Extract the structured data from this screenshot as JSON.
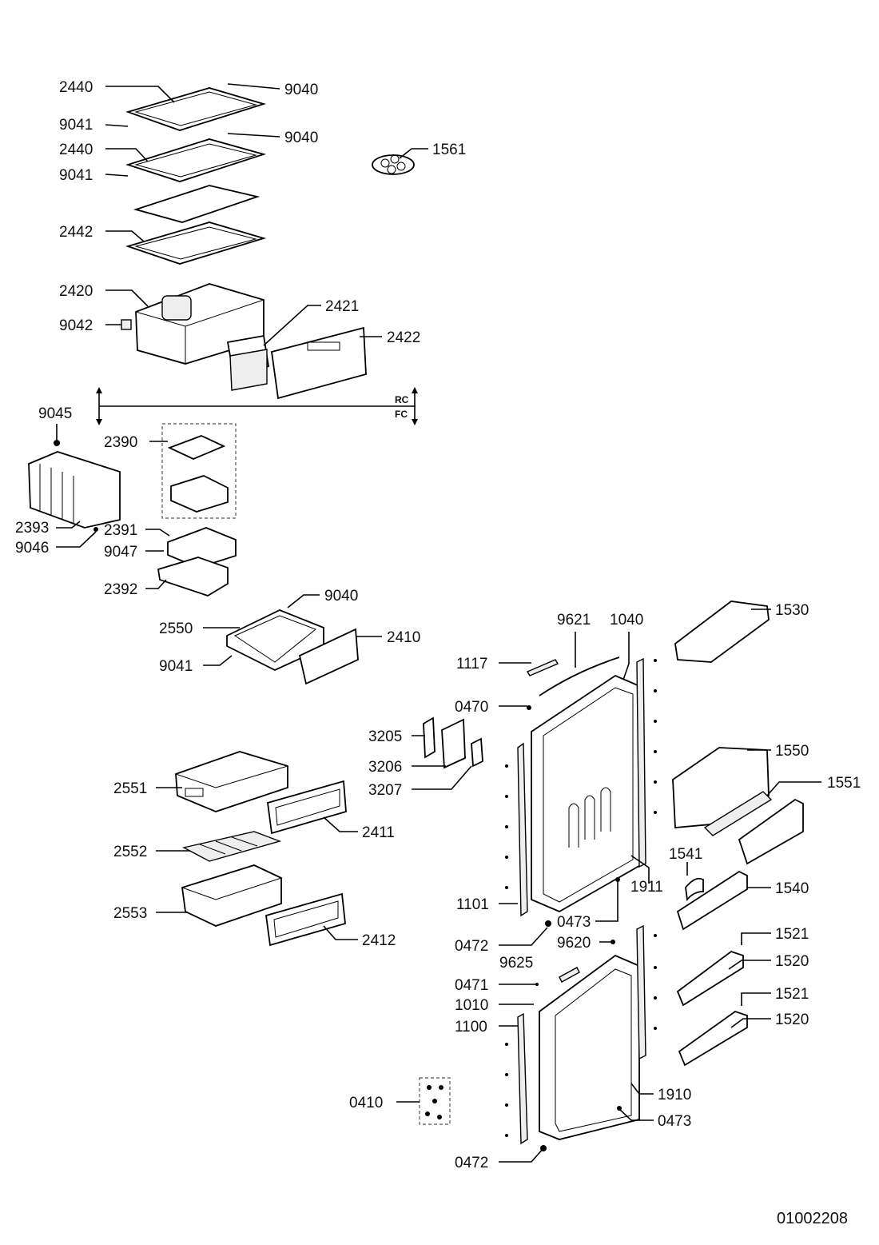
{
  "diagram": {
    "drawing_number": "01002208",
    "zone_tags": {
      "upper": "RC",
      "lower": "FC"
    },
    "labels": [
      "2440",
      "9040",
      "9041",
      "9040",
      "2440",
      "9041",
      "1561",
      "2442",
      "2420",
      "2421",
      "9042",
      "2422",
      "9045",
      "2390",
      "2393",
      "9046",
      "2391",
      "9047",
      "2392",
      "9040",
      "2550",
      "2410",
      "9041",
      "9621",
      "1040",
      "1530",
      "1117",
      "0470",
      "3205",
      "1550",
      "3206",
      "1551",
      "3207",
      "2551",
      "2411",
      "2552",
      "1541",
      "1911",
      "1540",
      "2553",
      "1101",
      "0473",
      "2412",
      "1521",
      "0472",
      "9620",
      "1520",
      "9625",
      "0471",
      "1521",
      "1010",
      "1520",
      "1100",
      "0410",
      "1910",
      "0473",
      "0472"
    ]
  }
}
